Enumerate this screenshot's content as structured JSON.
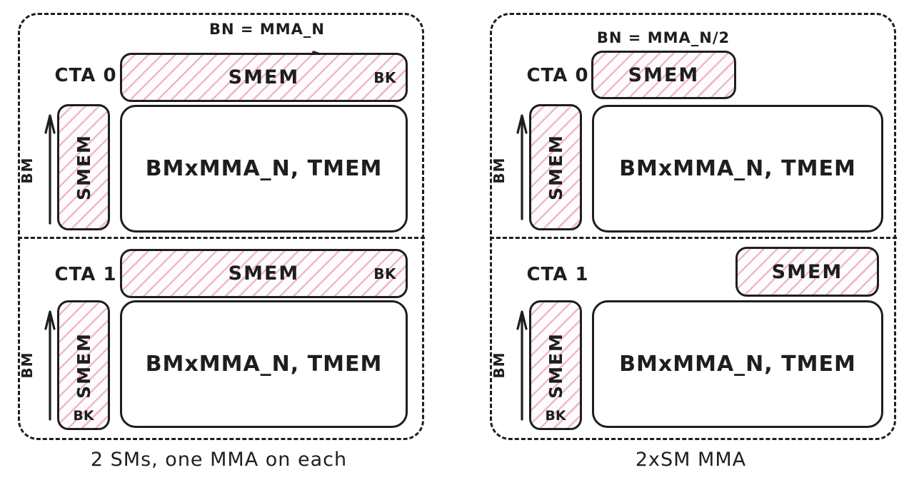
{
  "colors": {
    "stroke": "#1e1e1e",
    "hatch_line": "#e082a0",
    "hatch_fill": "#fffcfd",
    "background": "#ffffff"
  },
  "left_panel": {
    "caption": "2 SMs, one MMA on each",
    "cta0": {
      "label": "CTA 0",
      "bn_arrow_label": "BN = MMA_N",
      "hsmem_label": "SMEM",
      "hsmem_bk": "BK",
      "vsmem_label": "SMEM",
      "bm_arrow_label": "BM",
      "tmem_label": "BMxMMA_N, TMEM"
    },
    "cta1": {
      "label": "CTA 1",
      "hsmem_label": "SMEM",
      "hsmem_bk": "BK",
      "vsmem_label": "SMEM",
      "vsmem_bk": "BK",
      "bm_arrow_label": "BM",
      "tmem_label": "BMxMMA_N, TMEM"
    }
  },
  "right_panel": {
    "caption": "2xSM MMA",
    "cta0": {
      "label": "CTA 0",
      "bn_arrow_label": "BN = MMA_N/2",
      "hsmem_label": "SMEM",
      "vsmem_label": "SMEM",
      "bm_arrow_label": "BM",
      "tmem_label": "BMxMMA_N, TMEM"
    },
    "cta1": {
      "label": "CTA 1",
      "hsmem_label": "SMEM",
      "vsmem_label": "SMEM",
      "vsmem_bk": "BK",
      "bm_arrow_label": "BM",
      "tmem_label": "BMxMMA_N, TMEM"
    }
  }
}
